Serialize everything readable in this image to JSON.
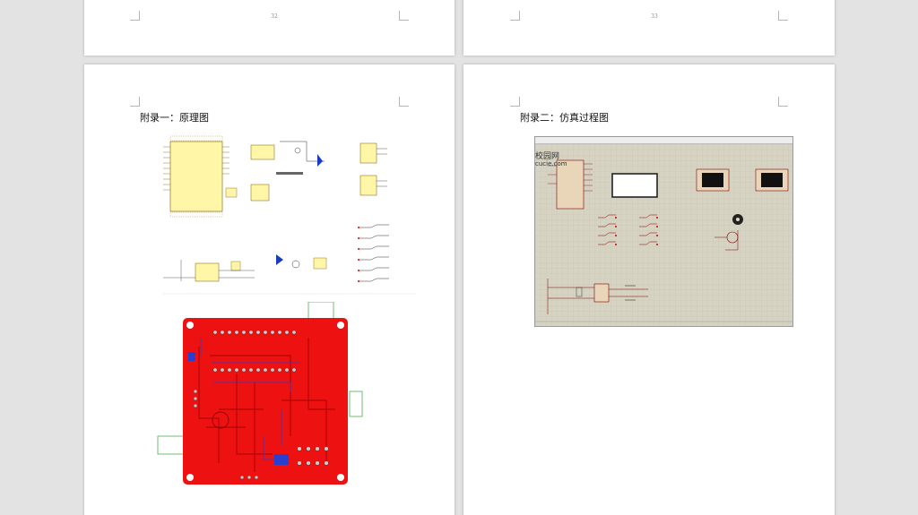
{
  "pages": {
    "page_32": {
      "number": "32"
    },
    "page_33": {
      "number": "33"
    }
  },
  "appendix1": {
    "heading": "附录一：原理图"
  },
  "appendix2": {
    "heading": "附录二：仿真过程图",
    "watermark_main": "校园网",
    "watermark_sub": "cucie.com"
  },
  "colors": {
    "pcb_red": "#ee1111",
    "trace_blue": "#2a3fcf",
    "component_yellow": "#fff6a8",
    "sim_grid_bg": "#d7d3c3",
    "page_bg": "#e3e3e3"
  },
  "icons": [
    "corner-mark-icon",
    "schematic-figure",
    "pcb-figure",
    "simulation-figure"
  ]
}
